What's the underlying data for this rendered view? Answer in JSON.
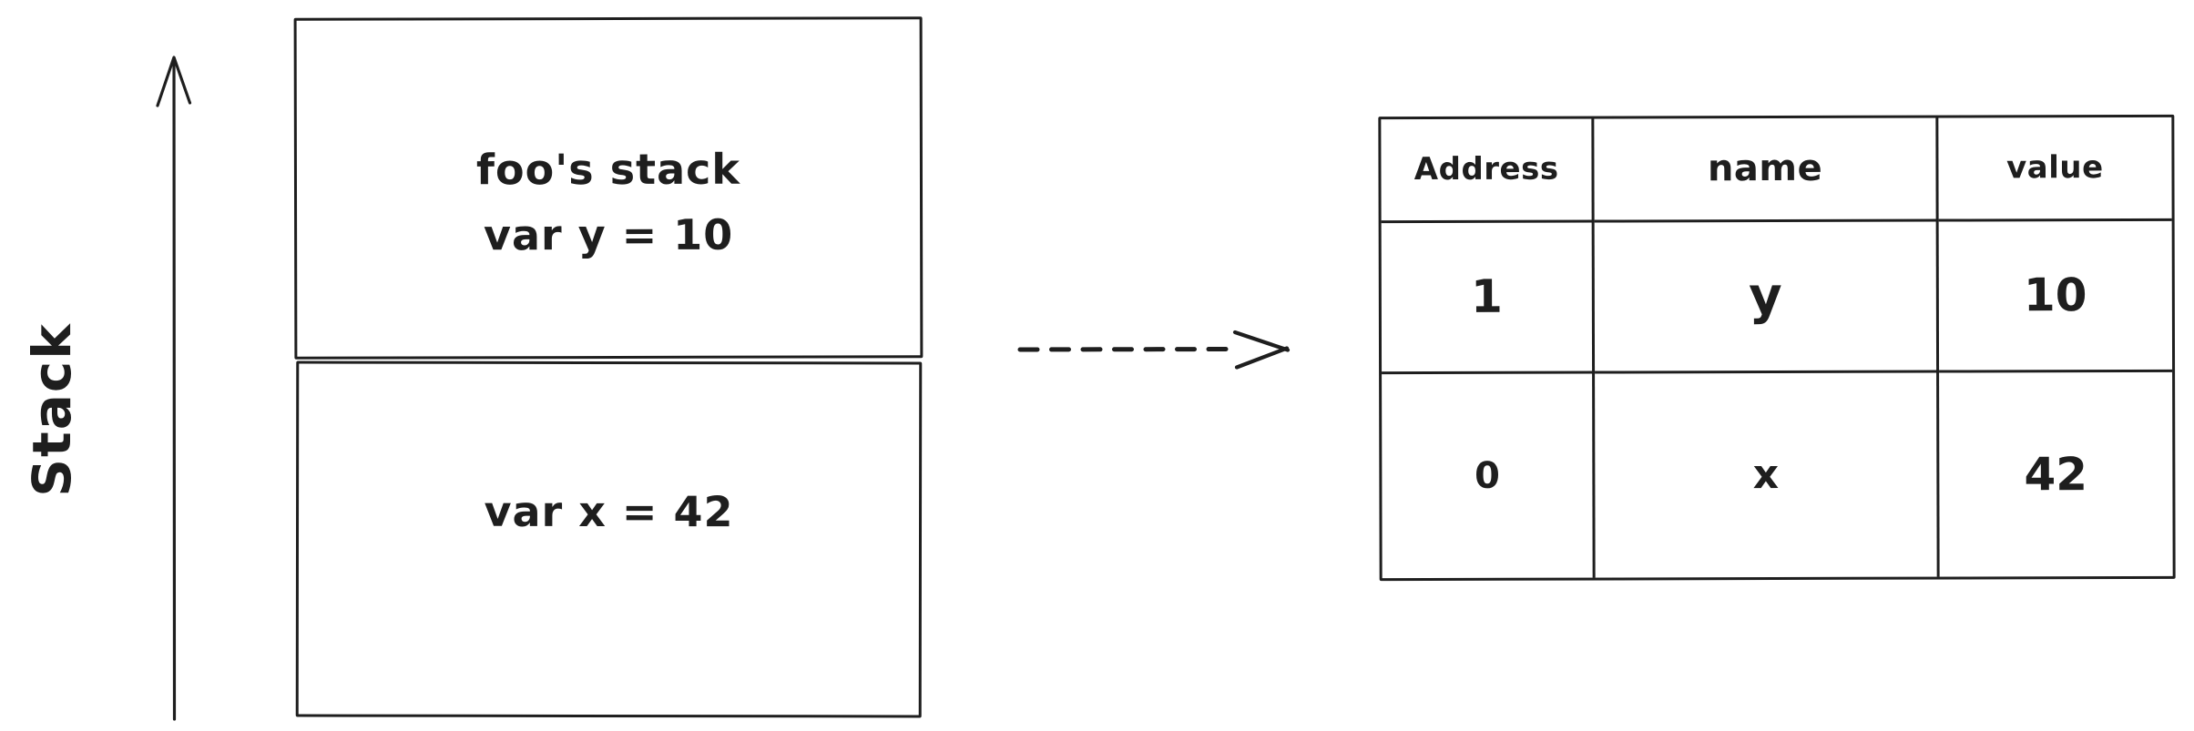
{
  "diagram": {
    "title": "stack frames to memory table diagram",
    "background": "#ffffff",
    "ink_color": "#1e1e1e"
  },
  "stack_axis": {
    "label": "Stack",
    "arrow_icon": "up-arrow"
  },
  "stack_frames": {
    "top_frame": {
      "lines": [
        "foo's stack",
        "var y = 10"
      ]
    },
    "bottom_frame": {
      "lines": [
        "var x = 42"
      ]
    }
  },
  "transform_arrow": {
    "icon": "dashed-right-arrow",
    "style": "dashed"
  },
  "memory_table": {
    "headers": [
      "Address",
      "name",
      "value"
    ],
    "rows": [
      {
        "address": "1",
        "name": "y",
        "value": "10"
      },
      {
        "address": "0",
        "name": "x",
        "value": "42"
      }
    ]
  }
}
